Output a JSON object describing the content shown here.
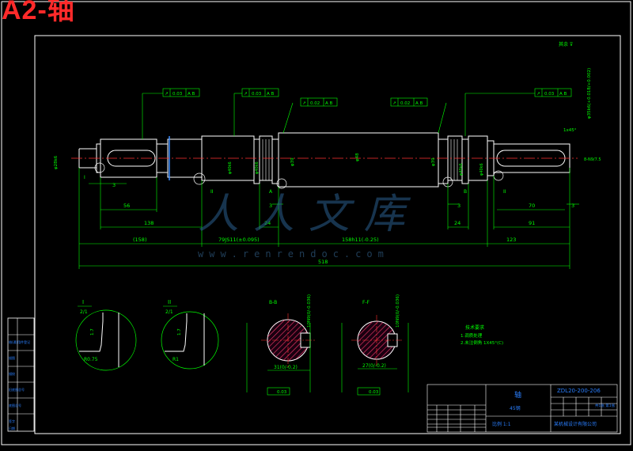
{
  "title_overlay": "A2-轴",
  "watermark": {
    "chars": "人人文库",
    "url": "www.renrendoc.com"
  },
  "colors": {
    "background": "#000000",
    "border": "#ffffff",
    "dimension": "#00ff00",
    "outline": "#ffffff",
    "centerline": "#ff3030",
    "hatch": "#ff3c6e",
    "title": "#ff2a2a"
  },
  "dimensions": {
    "total_length": "518",
    "left_seg": "(158)",
    "mid_seg": "79JS11(±0.095)",
    "right_mid_seg": "158h11(-0.25)",
    "right_seg": "123",
    "seg_138": "138",
    "seg_56": "56",
    "seg_3a": "3",
    "seg_3b": "3",
    "seg_3c": "3",
    "seg_3d": "3",
    "seg_24a": "24",
    "seg_24b": "24",
    "seg_70": "70",
    "seg_91": "91",
    "dia_shaft": "φ48",
    "dia_39": "φ39",
    "dia_39b": "φ39",
    "dia_end_right": "φ35k6(+0.018/+0.002)",
    "dia_end_left": "φ28k6",
    "dia_40_a": "φ40k6",
    "dia_40_b": "φ40k6",
    "dia_40_c": "φ40k6",
    "dia_40_d": "φ40k6",
    "chamfer_right": "1x45°",
    "key_right": "8-N9/7.5"
  },
  "tolerances": [
    {
      "symbol": "↗",
      "value": "0.03",
      "datum": "A B"
    },
    {
      "symbol": "↗",
      "value": "0.03",
      "datum": "A B"
    },
    {
      "symbol": "↗",
      "value": "0.02",
      "datum": "A B"
    },
    {
      "symbol": "↗",
      "value": "0.02",
      "datum": "A B"
    },
    {
      "symbol": "↗",
      "value": "0.03",
      "datum": "A B"
    }
  ],
  "datum_labels": [
    "A",
    "B"
  ],
  "section_markers": [
    "I",
    "II",
    "II"
  ],
  "details": [
    {
      "id": "I",
      "scale": "2/1",
      "radius": "R0.75",
      "dim": "1.7"
    },
    {
      "id": "II",
      "scale": "2/1",
      "radius": "R1",
      "dim": "1.7"
    }
  ],
  "sections": [
    {
      "id": "B-B",
      "key_width": "10N9(0/-0.036)",
      "depth": "31(0/-0.2)",
      "flatness": "0.03"
    },
    {
      "id": "F-F",
      "key_width": "10N9(0/-0.036)",
      "depth": "27(0/-0.2)",
      "flatness": "0.03"
    }
  ],
  "tech_req": {
    "heading": "技术要求",
    "items": [
      "1.调质处理",
      "2.未注倒角 1X45°(C)"
    ]
  },
  "surface_note": "其余 ⊽",
  "title_block": {
    "part_name": "轴",
    "material": "45钢",
    "drawing_no": "ZDL20-200-206",
    "company": "某机械设计有限公司",
    "scale_note": "比例 1:1",
    "sheet_note": "共1张 第1张"
  },
  "left_strip": [
    "借(通)用件登记",
    "描图",
    "描校",
    "旧底图总号",
    "底图总号",
    "签字",
    "日期"
  ]
}
